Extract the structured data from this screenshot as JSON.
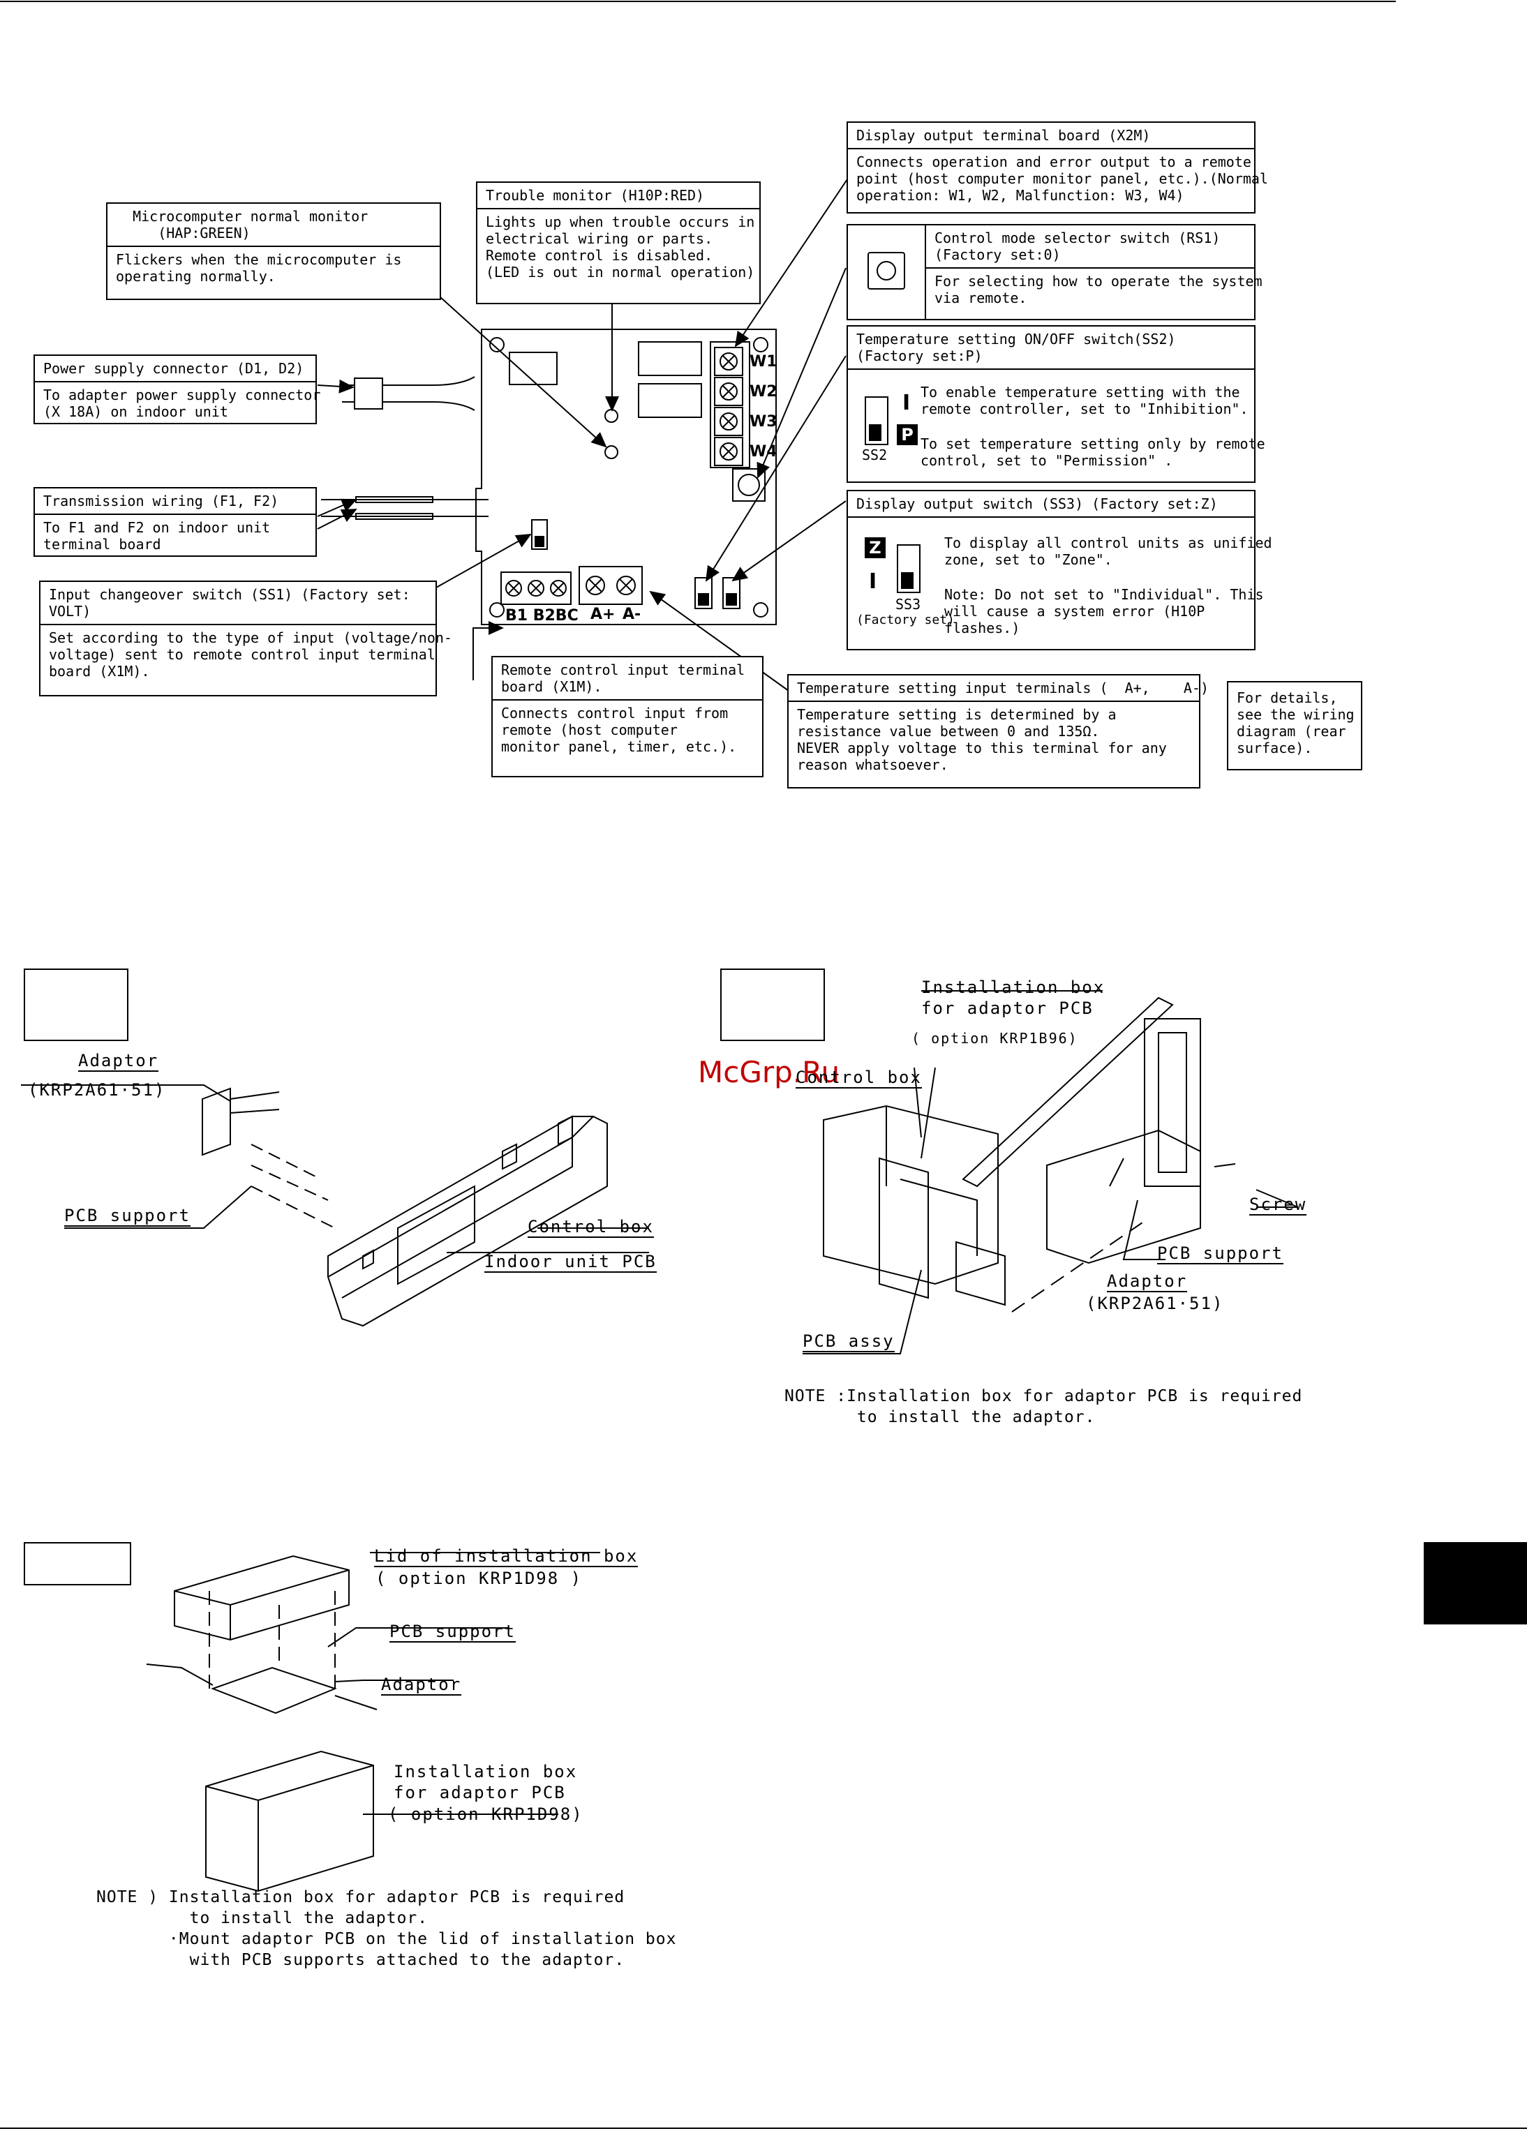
{
  "callouts": {
    "x2m": {
      "title": "Display output terminal board (X2M)",
      "body": "Connects operation and error output to a remote\npoint (host computer monitor panel, etc.).(Normal\noperation: W1, W2, Malfunction: W3, W4)"
    },
    "h10p": {
      "title": "Trouble monitor (H10P:RED)",
      "body": "Lights up when trouble occurs in\nelectrical wiring or parts.\nRemote control is disabled.\n(LED is out in normal operation)"
    },
    "hap": {
      "title": "  Microcomputer normal monitor\n     (HAP:GREEN)",
      "body": "Flickers when the microcomputer is\noperating normally."
    },
    "rs1": {
      "title": "Control mode selector switch (RS1)\n(Factory set:0)",
      "body": "For selecting how to operate the system\nvia remote."
    },
    "ss2": {
      "title": "Temperature setting ON/OFF switch(SS2)\n(Factory set:P)",
      "body_a": "To enable temperature setting with the\nremote controller, set to \"Inhibition\".",
      "body_b": "To set temperature setting only by remote\ncontrol, set to \"Permission\" .",
      "switch_label": "SS2",
      "mark_i": "I",
      "mark_p": "P"
    },
    "power": {
      "title": "Power supply connector (D1, D2)",
      "body": "To adapter power supply connector\n(X 18A) on indoor unit"
    },
    "transmission": {
      "title": "Transmission wiring (F1, F2)",
      "body": "To F1 and F2 on indoor unit\nterminal board"
    },
    "ss3": {
      "title": "Display output switch (SS3) (Factory set:Z)",
      "body_a": "To display all control units as unified\nzone, set to \"Zone\".",
      "body_b": "Note: Do not set to \"Individual\". This\nwill cause a system error (H10P\nflashes.)",
      "switch_label": "SS3",
      "factory": "(Factory set)",
      "mark_z": "Z",
      "mark_i": "I"
    },
    "ss1": {
      "title": "Input changeover switch (SS1) (Factory set:\nVOLT)",
      "body": "Set according to the type of input (voltage/non-\nvoltage) sent to remote control input terminal\nboard (X1M)."
    },
    "x1m": {
      "title": "Remote control input terminal\nboard (X1M).",
      "body": "Connects control input from\nremote (host computer\nmonitor panel, timer, etc.)."
    },
    "temp_in": {
      "title": "Temperature setting input terminals (  A+,    A-)",
      "body": "Temperature setting is determined by a\nresistance value between 0 and 135Ω.\nNEVER apply voltage to this terminal for any\nreason whatsoever."
    },
    "details": {
      "body": "For details,\nsee the wiring\ndiagram (rear\nsurface)."
    }
  },
  "board": {
    "w1": "W1",
    "w2": "W2",
    "w3": "W3",
    "w4": "W4",
    "b1b2c": "B1 B2BC",
    "aplus": "A+",
    "aminus": "A-"
  },
  "figure_left": {
    "adaptor": "Adaptor",
    "adaptor_model": "(KRP2A61·51)",
    "pcb_support": "PCB support",
    "control_box": "Control box",
    "indoor_pcb": "Indoor unit PCB"
  },
  "figure_right": {
    "install_box": "Installation box\nfor adaptor PCB",
    "install_option": "( option KRP1B96)",
    "control_box": "Control box",
    "screw": "Screw",
    "pcb_support": "PCB support",
    "adaptor": "Adaptor",
    "adaptor_model": "(KRP2A61·51)",
    "pcb_assy": "PCB assy",
    "note": "NOTE :Installation box for adaptor PCB is required\n       to install the adaptor."
  },
  "figure_bottom": {
    "lid": "Lid of installation box",
    "lid_option": "( option KRP1D98 )",
    "pcb_support": "PCB support",
    "adaptor": "Adaptor",
    "install_box": "Installation box\nfor adaptor PCB",
    "install_option": "( option KRP1D98)",
    "note": "NOTE ) Installation box for adaptor PCB is required\n         to install the adaptor.\n       ·Mount adaptor PCB on the lid of installation box\n         with PCB supports attached to the adaptor."
  },
  "watermark": "McGrp.Ru"
}
